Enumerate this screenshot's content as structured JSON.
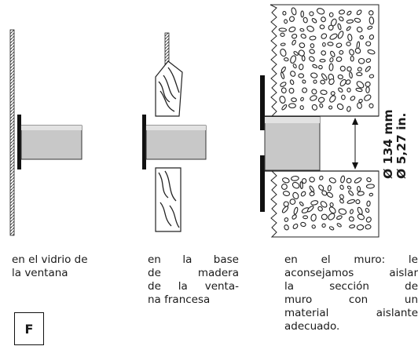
{
  "captions": {
    "glass": [
      "en el vidrio de",
      "la ventana"
    ],
    "wood": [
      "en la base",
      "de madera",
      "de la venta-",
      "na francesa"
    ],
    "wall": [
      "en el muro: le",
      "aconsejamos aislar",
      "la sección de",
      "muro con un",
      "material aislante",
      "adecuado."
    ]
  },
  "dimension": {
    "metric": "Ø 134 mm",
    "imperial": "Ø 5,27 in."
  },
  "badge": "F"
}
